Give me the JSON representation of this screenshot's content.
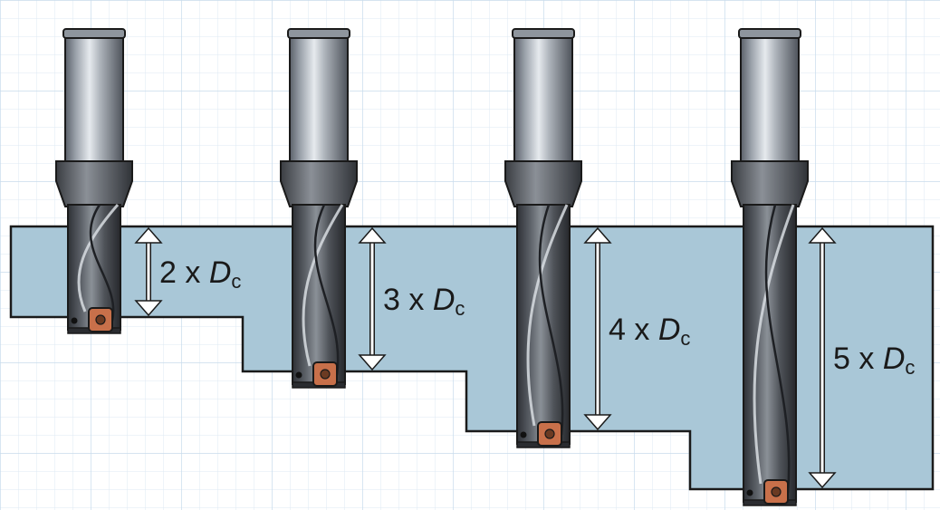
{
  "colors": {
    "background": "#ffffff",
    "grid_minor": "#dde9f3",
    "grid_major": "#c8dcec",
    "workpiece": "#a9c7d7",
    "outline": "#1a1a1a",
    "arrow": "#ffffff",
    "insert": "#c8704a"
  },
  "drills": [
    {
      "multiplier": "2",
      "times": "x",
      "symbol": "D",
      "subscript": "c",
      "depth_ratio": 2
    },
    {
      "multiplier": "3",
      "times": "x",
      "symbol": "D",
      "subscript": "c",
      "depth_ratio": 3
    },
    {
      "multiplier": "4",
      "times": "x",
      "symbol": "D",
      "subscript": "c",
      "depth_ratio": 4
    },
    {
      "multiplier": "5",
      "times": "x",
      "symbol": "D",
      "subscript": "c",
      "depth_ratio": 5
    }
  ]
}
